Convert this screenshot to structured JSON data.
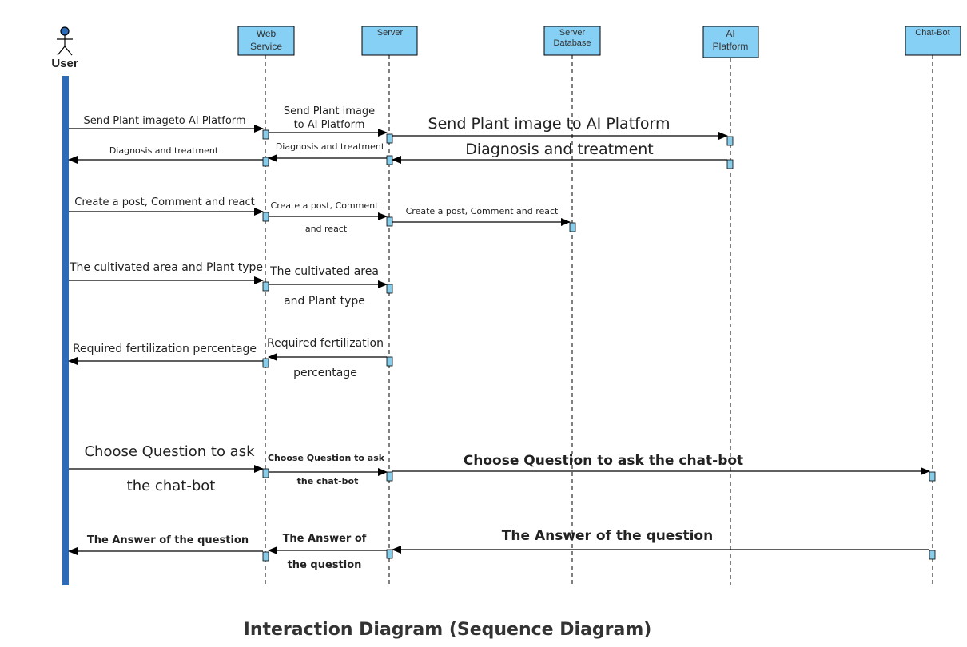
{
  "actor": {
    "label": "User"
  },
  "lifelines": [
    {
      "id": "web",
      "lines": [
        "Web",
        "Service"
      ]
    },
    {
      "id": "server",
      "lines": [
        "Server"
      ]
    },
    {
      "id": "db",
      "lines": [
        "Server",
        "Database"
      ]
    },
    {
      "id": "ai",
      "lines": [
        "AI",
        "Platform"
      ]
    },
    {
      "id": "bot",
      "lines": [
        "Chat-Bot"
      ]
    }
  ],
  "messages": {
    "m1": "Send Plant imageto AI Platform",
    "m2a": "Send Plant image",
    "m2b": "to AI Platform",
    "m3": "Send Plant image to AI Platform",
    "m4": "Diagnosis and treatment",
    "m5": "Diagnosis and treatment",
    "m6": "Diagnosis and treatment",
    "m7": "Create a post, Comment and react",
    "m8a": "Create a post, Comment",
    "m8b": "and react",
    "m9": "Create a post, Comment and react",
    "m10": "The cultivated area and Plant type",
    "m11a": "The cultivated area",
    "m11b": "and Plant type",
    "m12": "Required fertilization percentage",
    "m13a": "Required fertilization",
    "m13b": "percentage",
    "m14a": "Choose Question to ask",
    "m14b": "the chat-bot",
    "m15a": "Choose Question to ask",
    "m15b": "the chat-bot",
    "m16": "Choose Question to ask the chat-bot",
    "m17": "The Answer of the question",
    "m18a": "The Answer of",
    "m18b": "the question",
    "m19": "The Answer of the question"
  },
  "caption": "Interaction Diagram (Sequence Diagram)",
  "colors": {
    "box_fill": "#87d0f5",
    "user_activation": "#2d6ab8",
    "activation_fill": "#87cdea",
    "line": "#000000"
  }
}
